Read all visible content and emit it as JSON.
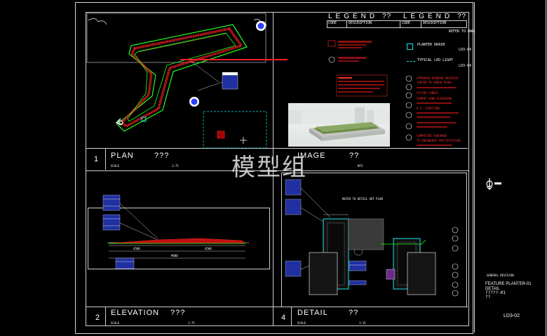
{
  "legend": {
    "title_1": "LEGEND",
    "title_2": "LEGEND",
    "code_header": "CODE",
    "description_header": "DESCRIPTION",
    "unknown_marks": "??",
    "refer_to_dwg": "REFER TO DWG",
    "planter_drain": "PLANTER DRAIN",
    "planter_drain_ref": "LD3-04",
    "typical_led_light": "TYPICAL LED LIGHT",
    "led_ref": "LD3-04",
    "notes_right": [
      "APPROVED GROWING MATERIAL",
      "(REFER TO GREEN PLAN)",
      "FILTER FABRIC",
      "CEMENT SAND SCREEDING",
      "R.C. STRUCTURE",
      "COMPACTED SUBGRADE",
      "TO ENGINEERS SPECIFICATION"
    ]
  },
  "panels": {
    "plan": {
      "number": "1",
      "title": "PLAN",
      "marks": "???",
      "scale_label": "SCALE",
      "scale": "1:75"
    },
    "image": {
      "title": "IMAGE",
      "marks": "??",
      "scale": "NTS"
    },
    "elevation": {
      "number": "2",
      "title": "ELEVATION",
      "marks": "???",
      "scale_label": "SCALE",
      "scale": "1:75"
    },
    "detail": {
      "number": "4",
      "title": "DETAIL",
      "marks": "??",
      "scale_label": "SCALE",
      "scale": "1:15",
      "refer_label": "REFER TO DETAIL OUT PLAN"
    }
  },
  "elevation_dims": {
    "left": "4500",
    "right": "4500",
    "total": "9000"
  },
  "watermark": "模型组",
  "title_block": {
    "general_revision": "GENERAL REVISION",
    "drawing_title": "FEATURE PLANTER-01",
    "drawing_sub": "DETAIL",
    "drawing_code": "?????-01",
    "drawing_marks": "??",
    "sheet_no": "LD3-02"
  },
  "colors": {
    "cyan": "#19e6e6",
    "red": "#ff2020",
    "green": "#20ff20",
    "blue": "#3040ff",
    "yellow": "#ffff40"
  }
}
